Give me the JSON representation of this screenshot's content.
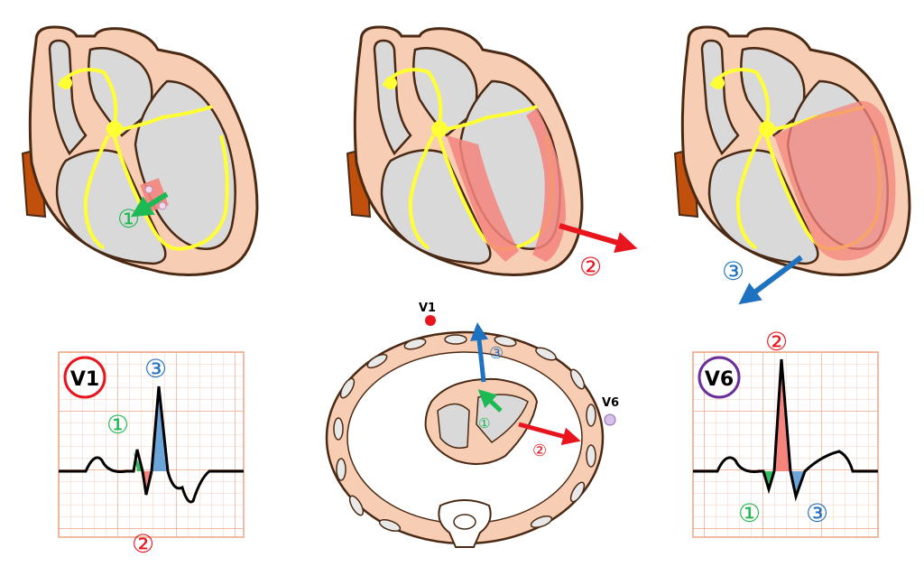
{
  "colors": {
    "heart_outline": "#4a2a14",
    "myocardium": "#f7cdb3",
    "chamber": "#d9d9d9",
    "conduction": "#ffff33",
    "depolarized": "#f4847c",
    "aorta_stub": "#c0500c",
    "grid_line": "#f3b99a",
    "grid_bg": "#fffaf6",
    "green": "#1db954",
    "red": "#e8141e",
    "blue": "#1f72bf",
    "purple": "#6b2f9a",
    "v6_dot": "#d8c0ea"
  },
  "vectors": {
    "v1": "①",
    "v2": "②",
    "v3": "③"
  },
  "leads": {
    "v1": "V1",
    "v6": "V6"
  },
  "cross_section": {
    "v1": "V1",
    "v6": "V6",
    "v1_marker": "①",
    "v2_marker": "②",
    "v3_marker": "③"
  }
}
